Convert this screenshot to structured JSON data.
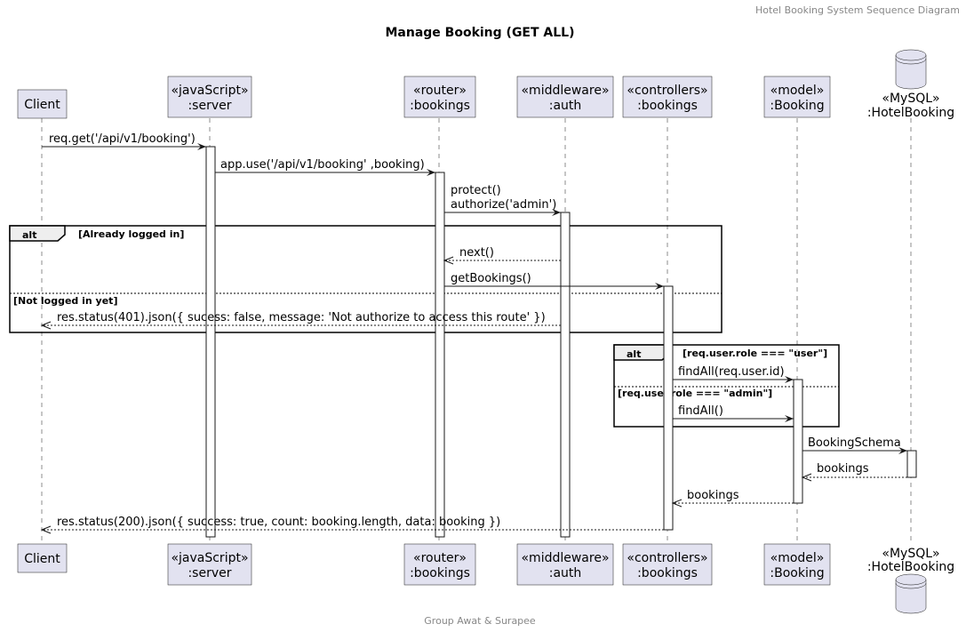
{
  "header": "Hotel Booking System Sequence Diagram",
  "title": "Manage Booking (GET ALL)",
  "footer": "Group Awat & Surapee",
  "participants": [
    {
      "id": "client",
      "lines": [
        "Client"
      ],
      "kind": "box"
    },
    {
      "id": "server",
      "lines": [
        "«javaScript»",
        ":server"
      ],
      "kind": "box"
    },
    {
      "id": "router",
      "lines": [
        "«router»",
        ":bookings"
      ],
      "kind": "box"
    },
    {
      "id": "auth",
      "lines": [
        "«middleware»",
        ":auth"
      ],
      "kind": "box"
    },
    {
      "id": "controllers",
      "lines": [
        "«controllers»",
        ":bookings"
      ],
      "kind": "box"
    },
    {
      "id": "model",
      "lines": [
        "«model»",
        ":Booking"
      ],
      "kind": "box"
    },
    {
      "id": "db",
      "lines": [
        "«MySQL»",
        ":HotelBooking"
      ],
      "kind": "database"
    }
  ],
  "messages": [
    {
      "from": "client",
      "to": "server",
      "lines": [
        "req.get('/api/v1/booking')"
      ],
      "style": "solid"
    },
    {
      "from": "server",
      "to": "router",
      "lines": [
        "app.use('/api/v1/booking' ,booking)"
      ],
      "style": "solid"
    },
    {
      "from": "router",
      "to": "auth",
      "lines": [
        "protect()",
        "authorize('admin')"
      ],
      "style": "solid"
    },
    {
      "from": "auth",
      "to": "router",
      "lines": [
        "next()"
      ],
      "style": "dashed"
    },
    {
      "from": "router",
      "to": "controllers",
      "lines": [
        "getBookings()"
      ],
      "style": "solid"
    },
    {
      "from": "auth",
      "to": "client",
      "lines": [
        "res.status(401).json({ sucess: false, message: 'Not authorize to access this route' })"
      ],
      "style": "dashed"
    },
    {
      "from": "controllers",
      "to": "model",
      "lines": [
        "findAll(req.user.id)"
      ],
      "style": "solid"
    },
    {
      "from": "controllers",
      "to": "model",
      "lines": [
        "findAll()"
      ],
      "style": "solid"
    },
    {
      "from": "model",
      "to": "db",
      "lines": [
        "BookingSchema"
      ],
      "style": "solid"
    },
    {
      "from": "db",
      "to": "model",
      "lines": [
        "bookings"
      ],
      "style": "dashed"
    },
    {
      "from": "model",
      "to": "controllers",
      "lines": [
        "bookings"
      ],
      "style": "dashed"
    },
    {
      "from": "controllers",
      "to": "client",
      "lines": [
        "res.status(200).json({ success: true, count: booking.length, data: booking })"
      ],
      "style": "dashed"
    }
  ],
  "fragments": [
    {
      "type": "alt",
      "conditions": [
        "[Already logged in]",
        "[Not logged in yet]"
      ]
    },
    {
      "type": "alt",
      "conditions": [
        "[req.user.role === \"user\"]",
        "[req.user.role === \"admin\"]"
      ]
    }
  ]
}
